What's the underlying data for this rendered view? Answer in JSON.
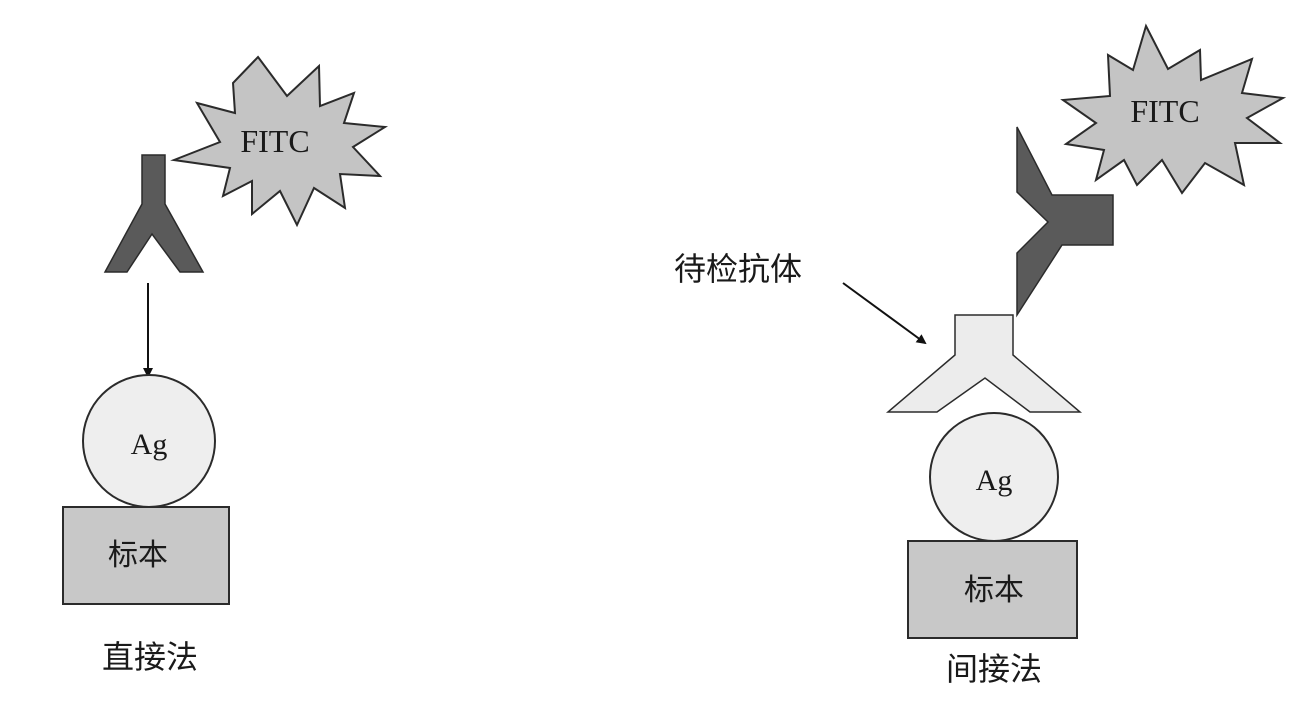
{
  "colors": {
    "dark_antibody": "#5a5a5a",
    "light_antibody": "#ececec",
    "fitc_fill": "#c4c4c4",
    "antigen_fill": "#eeeeee",
    "specimen_fill": "#c8c8c8",
    "outline": "#2b2b2b"
  },
  "direct": {
    "fitc_label": "FITC",
    "antigen_label": "Ag",
    "specimen_label": "标本",
    "caption": "直接法"
  },
  "indirect": {
    "fitc_label": "FITC",
    "antigen_label": "Ag",
    "specimen_label": "标本",
    "caption": "间接法",
    "test_antibody_label": "待检抗体"
  }
}
